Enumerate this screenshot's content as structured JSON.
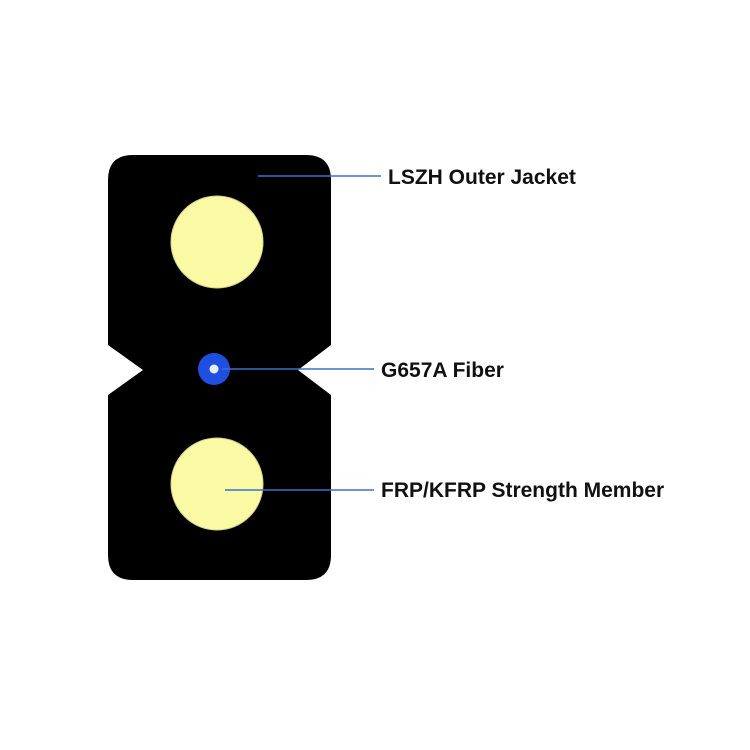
{
  "colors": {
    "background": "#ffffff",
    "jacket": "#000000",
    "strength_member": "#fafaa4",
    "strength_member_edge": "#d8d48a",
    "fiber_coating": "#1f4fe0",
    "fiber_core": "#e8eef8",
    "leader_line": "#3a6fd0",
    "label_text": "#111111"
  },
  "components": [
    {
      "id": "jacket",
      "label": "LSZH Outer Jacket"
    },
    {
      "id": "fiber",
      "label": "G657A Fiber"
    },
    {
      "id": "strength_member",
      "label": "FRP/KFRP Strength Member"
    }
  ]
}
